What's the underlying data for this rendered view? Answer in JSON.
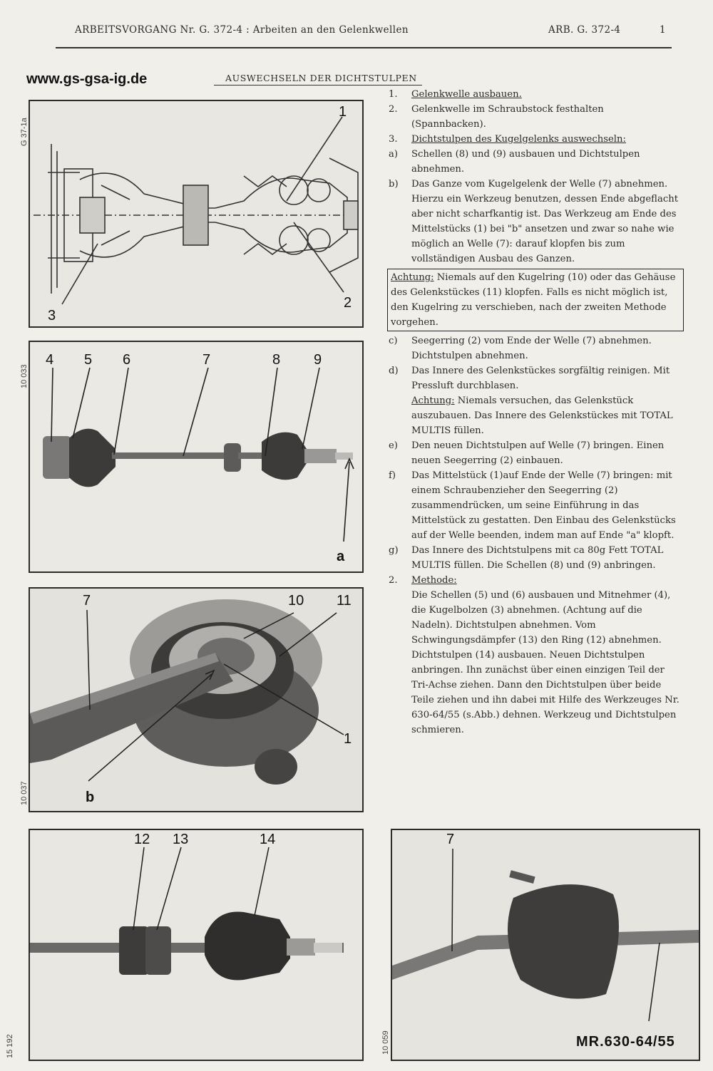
{
  "header": {
    "left": "ARBEITSVORGANG Nr.  G. 372-4 : Arbeiten an den Gelenkwellen",
    "arb": "ARB. G. 372-4",
    "page": "1"
  },
  "website": "www.gs-gsa-ig.de",
  "section_title": "AUSWECHSELN DER DICHTSTULPEN",
  "figures": {
    "fig1": {
      "code": "G 37-1a",
      "labels": [
        "1",
        "2",
        "3"
      ]
    },
    "fig2": {
      "code": "10 033",
      "labels": [
        "4",
        "5",
        "6",
        "7",
        "8",
        "9",
        "a"
      ]
    },
    "fig3": {
      "code": "10 037",
      "labels": [
        "7",
        "10",
        "11",
        "1",
        "b"
      ]
    },
    "fig4": {
      "code": "15 192",
      "labels": [
        "12",
        "13",
        "14"
      ]
    },
    "fig5": {
      "code": "10 059",
      "labels": [
        "7"
      ],
      "tool": "MR.630-64/55"
    }
  },
  "steps": [
    {
      "k": "1.",
      "t": "Gelenkwelle ausbauen."
    },
    {
      "k": "2.",
      "t": "Gelenkwelle im Schraubstock festhalten (Spannbacken)."
    },
    {
      "k": "3.",
      "t": "Dichtstulpen des Kugelgelenks auswechseln:"
    },
    {
      "k": "a)",
      "t": "Schellen (8) und (9) ausbauen und Dichtstulpen abnehmen."
    },
    {
      "k": "b)",
      "t": "Das Ganze vom Kugelgelenk der Welle (7) abnehmen. Hierzu ein Werkzeug benutzen, dessen Ende abgeflacht aber nicht scharfkantig ist. Das Werkzeug am Ende des Mittelstücks (1) bei \"b\" ansetzen und zwar so nahe wie möglich an Welle (7): darauf klopfen bis zum vollständigen Ausbau des Ganzen."
    }
  ],
  "note1": {
    "label": "Achtung:",
    "text": " Niemals auf den Kugelring (10) oder das Gehäuse des Gelenkstückes (11) klopfen. Falls es nicht möglich ist, den Kugelring zu verschieben, nach der zweiten Methode vorgehen."
  },
  "steps2": [
    {
      "k": "c)",
      "t": "Seegerring (2) vom Ende der Welle (7) abnehmen. Dichtstulpen abnehmen."
    },
    {
      "k": "d)",
      "t": "Das Innere des Gelenkstückes sorgfältig reinigen. Mit Pressluft durchblasen."
    }
  ],
  "note2": {
    "label": "Achtung:",
    "text": " Niemals versuchen, das Gelenkstück auszubauen. Das Innere des Gelenkstückes mit TOTAL MULTIS füllen."
  },
  "steps3": [
    {
      "k": "e)",
      "t": "Den neuen Dichtstulpen auf Welle (7) bringen. Einen neuen Seegerring (2) einbauen."
    },
    {
      "k": "f)",
      "t": "Das Mittelstück (1)auf Ende der Welle (7) bringen: mit einem Schraubenzieher den Seegerring (2) zusammendrücken, um seine Einführung in das Mittelstück zu gestatten. Den Einbau des Gelenkstücks auf der Welle beenden, indem man auf Ende \"a\" klopft."
    },
    {
      "k": "g)",
      "t": "Das Innere des Dichtstulpens mit ca 80g Fett TOTAL MULTIS füllen. Die Schellen (8) und (9) anbringen."
    },
    {
      "k": "2.",
      "t": "Methode:"
    }
  ],
  "method2": "Die Schellen (5) und (6) ausbauen und Mitnehmer (4), die Kugelbolzen (3) abnehmen. (Achtung auf die Nadeln). Dichtstulpen abnehmen. Vom Schwingungsdämpfer (13) den Ring (12) abnehmen. Dichtstulpen (14) ausbauen. Neuen Dichtstulpen anbringen. Ihn zunächst über einen einzigen Teil der Tri-Achse ziehen. Dann den Dichtstulpen über beide Teile ziehen und ihn dabei mit Hilfe des Werkzeuges Nr. 630-64/55 (s.Abb.) dehnen. Werkzeug und Dichtstulpen schmieren."
}
